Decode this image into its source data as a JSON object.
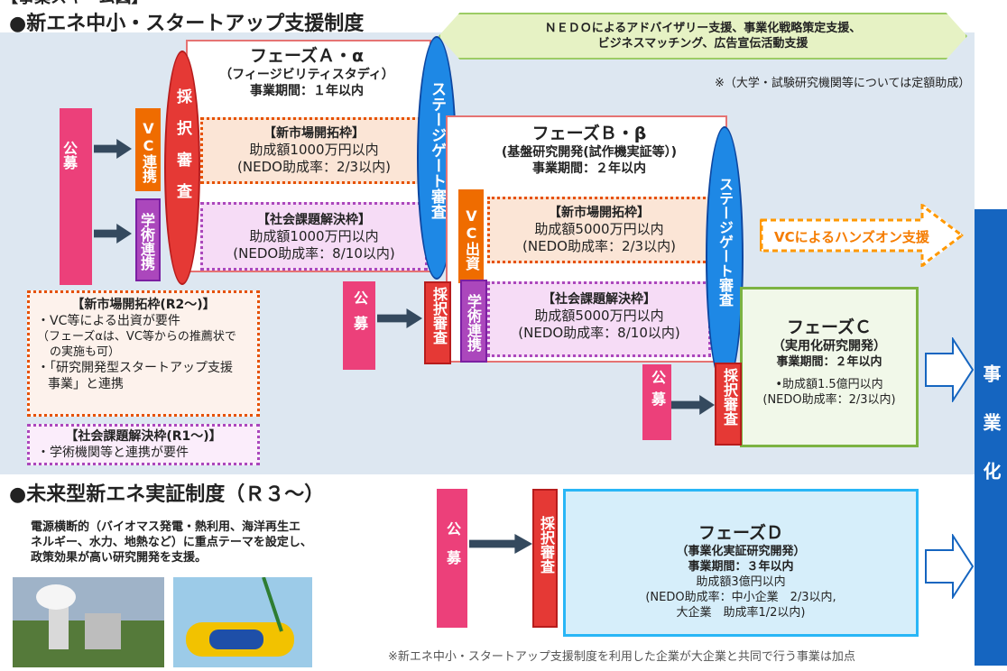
{
  "top_bracket_label": "【事業スキーム図】",
  "section1_title": "●新エネ中小・スタートアップ支援制度",
  "support_banner": {
    "line1": "ＮＥＤＯによるアドバイザリー支援、事業化戦略策定支援、",
    "line2": "ビジネスマッチング、広告宣伝活動支援"
  },
  "fixed_grant_note": "※（大学・試験研究機関等については定額助成）",
  "public_offer": "公募",
  "selection_review": "採択審査",
  "vc_link": "VC連携",
  "academic_link": "学術連携",
  "vc_invest": "VC出資",
  "stage_gate": "ステージゲート審査",
  "phaseA": {
    "title": "フェーズＡ・α",
    "subtitle": "（フィージビリティスタディ）",
    "period": "事業期間：１年以内"
  },
  "phaseA_market": {
    "title": "【新市場開拓枠】",
    "amount": "助成額1000万円以内",
    "rate": "(NEDO助成率：2/3以内)"
  },
  "phaseA_social": {
    "title": "【社会課題解決枠】",
    "amount": "助成額1000万円以内",
    "rate": "(NEDO助成率：8/10以内)"
  },
  "phaseB": {
    "title": "フェーズＢ・β",
    "subtitle": "(基盤研究開発(試作機実証等）)",
    "period": "事業期間：２年以内"
  },
  "phaseB_market": {
    "title": "【新市場開拓枠】",
    "amount": "助成額5000万円以内",
    "rate": "(NEDO助成率：2/3以内)"
  },
  "phaseB_social": {
    "title": "【社会課題解決枠】",
    "amount": "助成額5000万円以内",
    "rate": "(NEDO助成率：8/10以内)"
  },
  "hands_on": "VCによるハンズオン支援",
  "phaseC": {
    "title": "フェーズＣ",
    "subtitle": "（実用化研究開発）",
    "period": "事業期間：２年以内",
    "amount": "•助成額1.5億円以内",
    "rate": "(NEDO助成率：2/3以内)"
  },
  "note_market": {
    "title": "【新市場開拓枠(R2～)】",
    "l1": "・VC等による出資が要件",
    "l2": "（フェーズαは、VC等からの推薦状で",
    "l3": "の実施も可）",
    "l4": "・「研究開発型スタートアップ支援",
    "l5": "事業」と連携"
  },
  "note_social": {
    "title": "【社会課題解決枠(R1～)】",
    "l1": "・学術機関等と連携が要件"
  },
  "commercialize": "事業化",
  "section2_title": "●未来型新エネ実証制度（Ｒ３～）",
  "section2_desc": {
    "l1": "電源横断的（バイオマス発電・熱利用、海洋再生エ",
    "l2": "ネルギー、水力、地熱など）に重点テーマを設定し、",
    "l3": "政策効果が高い研究開発を支援。"
  },
  "phaseD": {
    "title": "フェーズＤ",
    "subtitle": "（事業化実証研究開発）",
    "period": "事業期間：３年以内",
    "amount": "助成額3億円以内",
    "rate1": "(NEDO助成率：中小企業　2/3以内,",
    "rate2": "大企業　助成率1/2以内)"
  },
  "bottom_note": "※新エネ中小・スタートアップ支援制度を利用した企業が大企業と共同で行う事業は加点",
  "colors": {
    "pink": "#ec407a",
    "red": "#e53935",
    "orange": "#ef6c00",
    "purple": "#ab47bc",
    "blue": "#1565c0",
    "green": "#7cb342",
    "hands_on": "#ff9800"
  }
}
